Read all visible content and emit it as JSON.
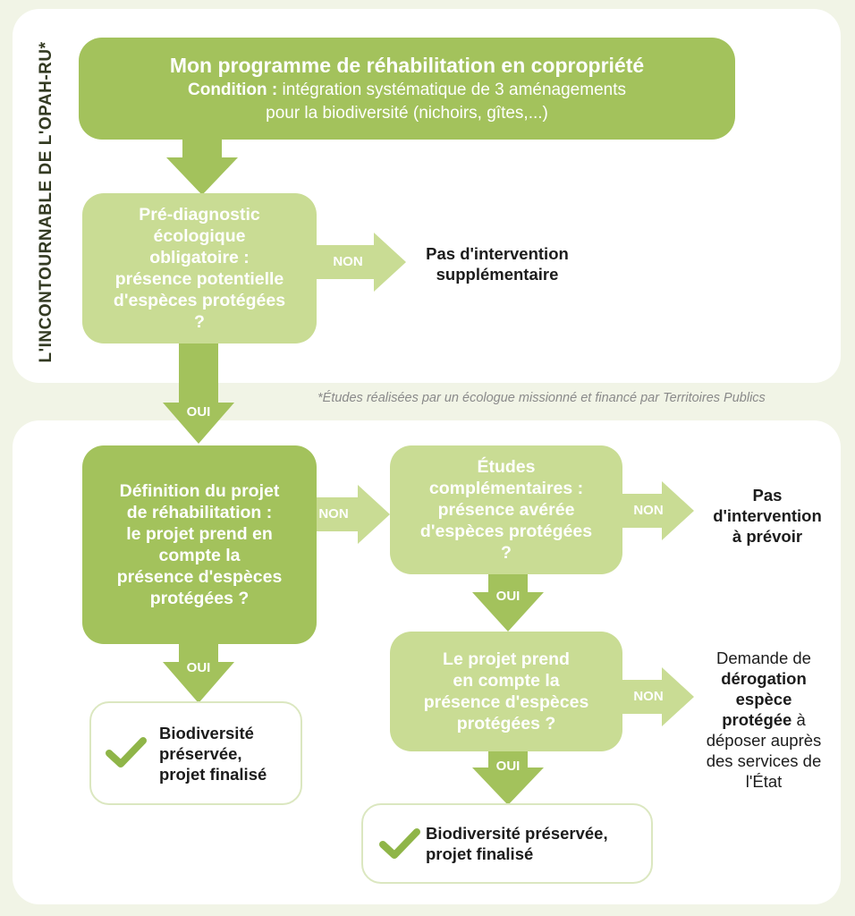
{
  "side_label": "L'INCONTOURNABLE DE L'OPAH-RU*",
  "header": {
    "title": "Mon programme de réhabilitation en copropriété",
    "condition_label": "Condition :",
    "condition_text_1": "intégration systématique de 3 aménagements",
    "condition_text_2": "pour la biodiversité (nichoirs, gîtes,...)"
  },
  "prediag": {
    "lines": [
      "Pré-diagnostic",
      "écologique",
      "obligatoire :",
      "présence potentielle",
      "d'espèces protégées",
      "?"
    ],
    "no_label": "NON",
    "no_result_1": "Pas d'intervention",
    "no_result_2": "supplémentaire",
    "yes_label": "OUI"
  },
  "note": "*Études réalisées par un écologue missionné et financé par Territoires Publics",
  "definition": {
    "lines": [
      "Définition du projet",
      "de réhabilitation :",
      "le projet prend en",
      "compte la",
      "présence d'espèces",
      "protégées ?"
    ],
    "no_label": "NON",
    "yes_label": "OUI"
  },
  "etudes": {
    "lines": [
      "Études",
      "complémentaires :",
      "présence avérée",
      "d'espèces protégées",
      "?"
    ],
    "no_label": "NON",
    "no_result_1": "Pas",
    "no_result_2": "d'intervention",
    "no_result_3": "à prévoir",
    "yes_label": "OUI"
  },
  "projet": {
    "lines": [
      "Le projet prend",
      "en compte la",
      "présence d'espèces",
      "protégées ?"
    ],
    "no_label": "NON",
    "yes_label": "OUI",
    "derogation_1": "Demande de",
    "derogation_2": "dérogation",
    "derogation_3": "espèce",
    "derogation_4": "protégée",
    "derogation_4b": " à",
    "derogation_5": "déposer auprès",
    "derogation_6": "des services de",
    "derogation_7": "l'État"
  },
  "final_left": {
    "line1": "Biodiversité",
    "line2": "préservée,",
    "line3": "projet finalisé"
  },
  "final_right": {
    "line1": "Biodiversité préservée,",
    "line2": "projet finalisé"
  },
  "colors": {
    "dark_green": "#a3c25c",
    "light_green": "#c9dc94",
    "background": "#f1f4e6",
    "check": "#8fb548"
  }
}
